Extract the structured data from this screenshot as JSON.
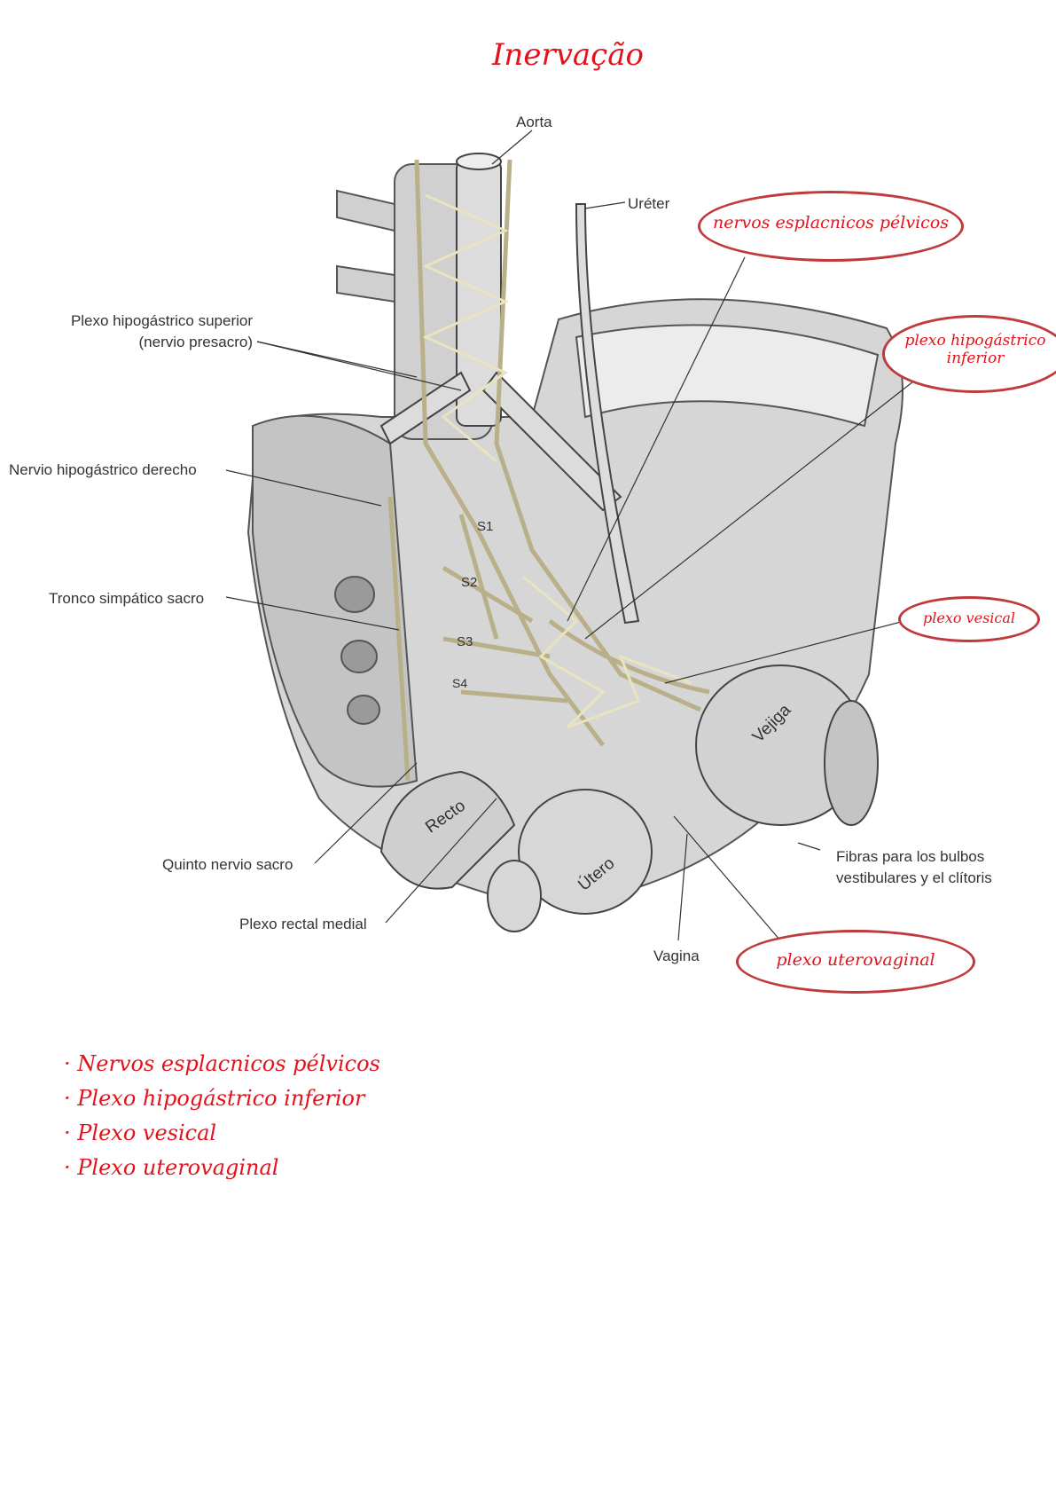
{
  "title": "Inervação",
  "figure_labels": {
    "aorta": "Aorta",
    "ureter": "Uréter",
    "plexo_sup": "Plexo hipogástrico superior",
    "plexo_sup_alt": "(nervio presacro)",
    "nervio_derecho": "Nervio hipogástrico derecho",
    "tronco": "Tronco simpático sacro",
    "quinto": "Quinto nervio sacro",
    "rectal": "Plexo rectal medial",
    "vagina": "Vagina",
    "fibras_1": "Fibras para los bulbos",
    "fibras_2": "vestibulares y el clítoris",
    "recto": "Recto",
    "utero": "Útero",
    "vejiga": "Vejiga",
    "s1": "S1",
    "s2": "S2",
    "s3": "S3",
    "s4": "S4"
  },
  "annotations": {
    "esplacnicos": "nervos esplacnicos pélvicos",
    "hipogastrico_1": "plexo hipogástrico",
    "hipogastrico_2": "inferior",
    "vesical": "plexo vesical",
    "uterovaginal": "plexo uterovaginal"
  },
  "summary_list": [
    "Nervos esplacnicos pélvicos",
    "Plexo hipogástrico inferior",
    "Plexo vesical",
    "Plexo uterovaginal"
  ],
  "colors": {
    "ink": "#e3121b",
    "oval": "#c0393b",
    "nerve": "#e9e3bf",
    "tissue": "#c9c9c9"
  }
}
